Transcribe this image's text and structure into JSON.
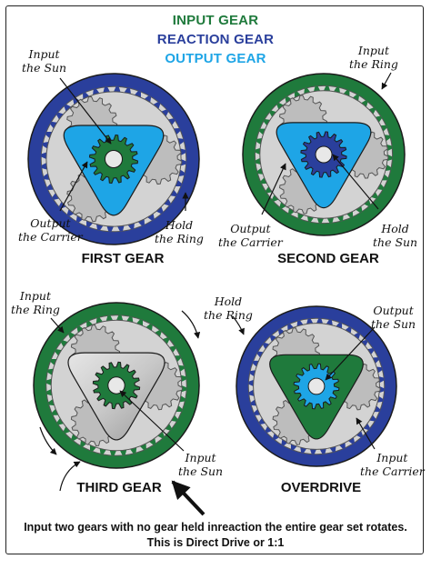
{
  "legend": {
    "input": {
      "label": "INPUT GEAR",
      "color": "#1f7a3c"
    },
    "reaction": {
      "label": "REACTION GEAR",
      "color": "#2a3f9c"
    },
    "output": {
      "label": "OUTPUT GEAR",
      "color": "#1ea5e6"
    }
  },
  "colors": {
    "gray_fill": "#d3d3d3",
    "gray_stroke": "#555555",
    "steel_light": "#e6e6e6",
    "steel_dark": "#9a9a9a",
    "arrow": "#111111"
  },
  "panels": [
    {
      "title": "FIRST GEAR",
      "ring": "reaction",
      "carrier": "output",
      "sun": "input",
      "annotations": [
        "Input\nthe Sun",
        "Output\nthe Carrier",
        "Hold\nthe Ring"
      ]
    },
    {
      "title": "SECOND GEAR",
      "ring": "input",
      "carrier": "output",
      "sun": "reaction",
      "annotations": [
        "Input\nthe Ring",
        "Output\nthe Carrier",
        "Hold\nthe Sun"
      ]
    },
    {
      "title": "THIRD GEAR",
      "ring": "input",
      "carrier": "steel",
      "sun": "input",
      "annotations": [
        "Input\nthe Ring",
        "Input\nthe Sun"
      ]
    },
    {
      "title": "OVERDRIVE",
      "ring": "reaction",
      "carrier": "input",
      "sun": "output",
      "annotations": [
        "Hold\nthe Ring",
        "Output\nthe Sun",
        "Input\nthe Carrier"
      ]
    }
  ],
  "caption": {
    "line1": "Input two gears with no gear held inreaction the entire gear set rotates.",
    "line2": "This is Direct Drive or 1:1"
  }
}
